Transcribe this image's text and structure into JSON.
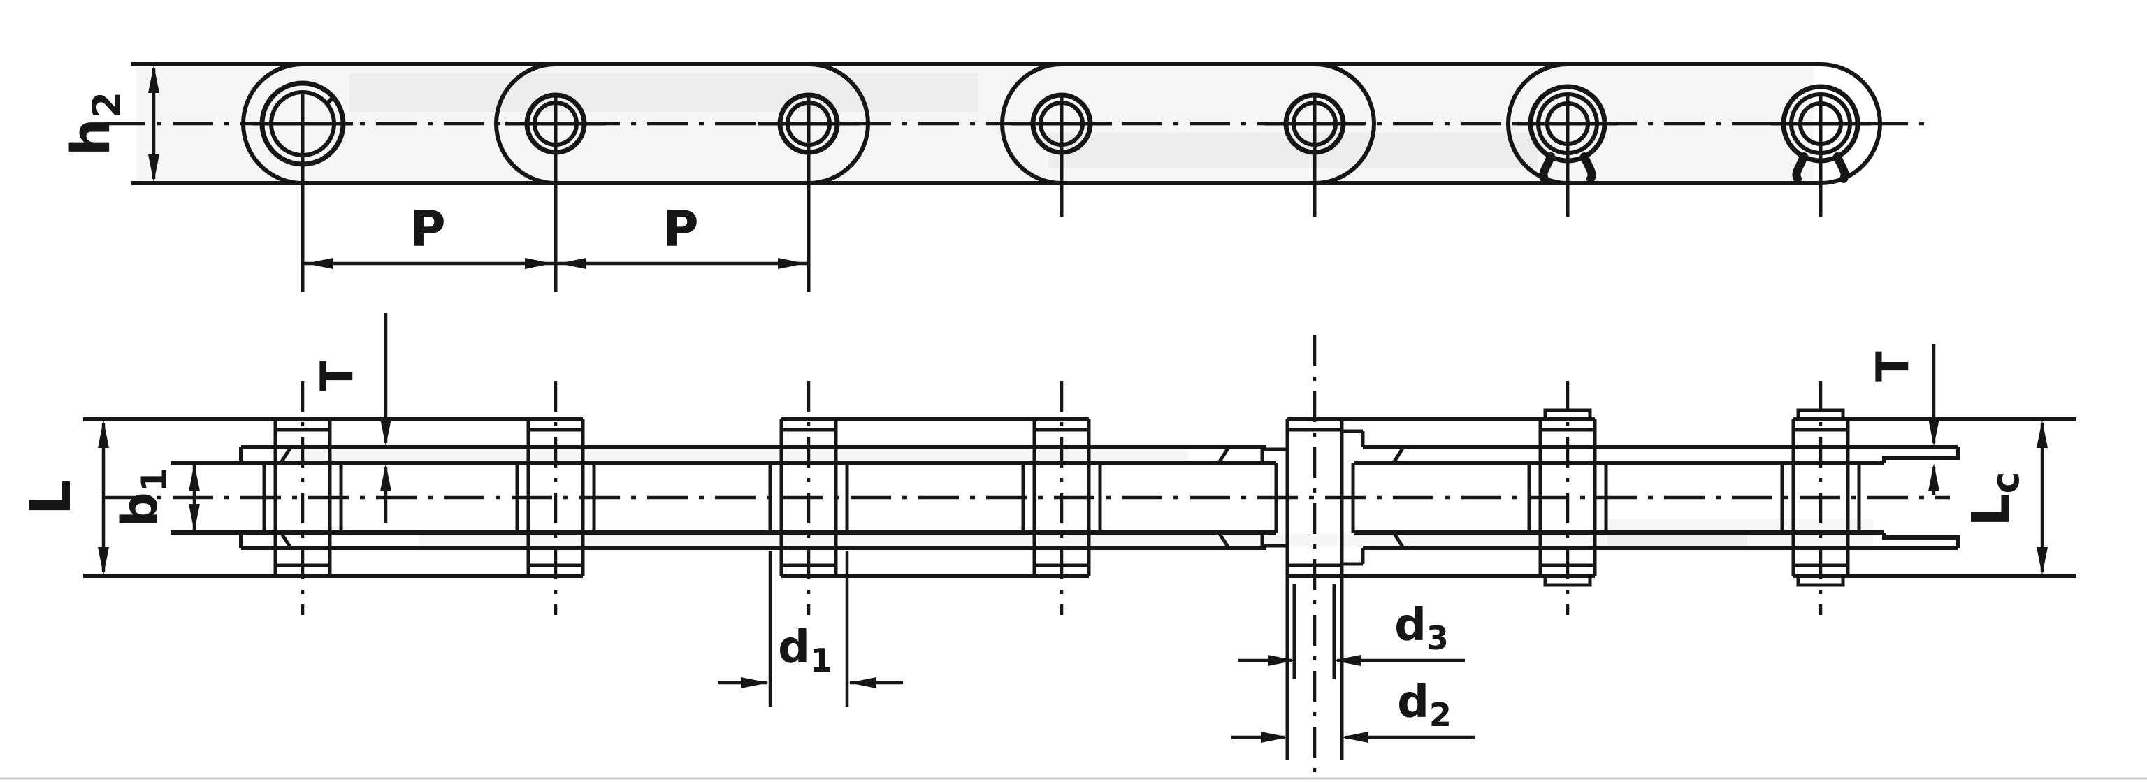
{
  "colors": {
    "ink": "#161616",
    "faint_line": "#c9c9c9",
    "background": "#ffffff"
  },
  "top_view": {
    "height_label": {
      "main": "h",
      "sub": "2"
    },
    "pitch_labels": [
      "P",
      "P"
    ]
  },
  "side_view": {
    "plate_thickness_left_label": "T",
    "plate_thickness_right_label": "T",
    "pin_length_label": "L",
    "inner_width_label": {
      "main": "b",
      "sub": "1"
    },
    "pin_length_clip_label": {
      "main": "L",
      "sub": "c"
    },
    "roller_diameter_label": {
      "main": "d",
      "sub": "1"
    },
    "pin_tip_diameter_label": {
      "main": "d",
      "sub": "3"
    },
    "pin_diameter_label": {
      "main": "d",
      "sub": "2"
    }
  }
}
